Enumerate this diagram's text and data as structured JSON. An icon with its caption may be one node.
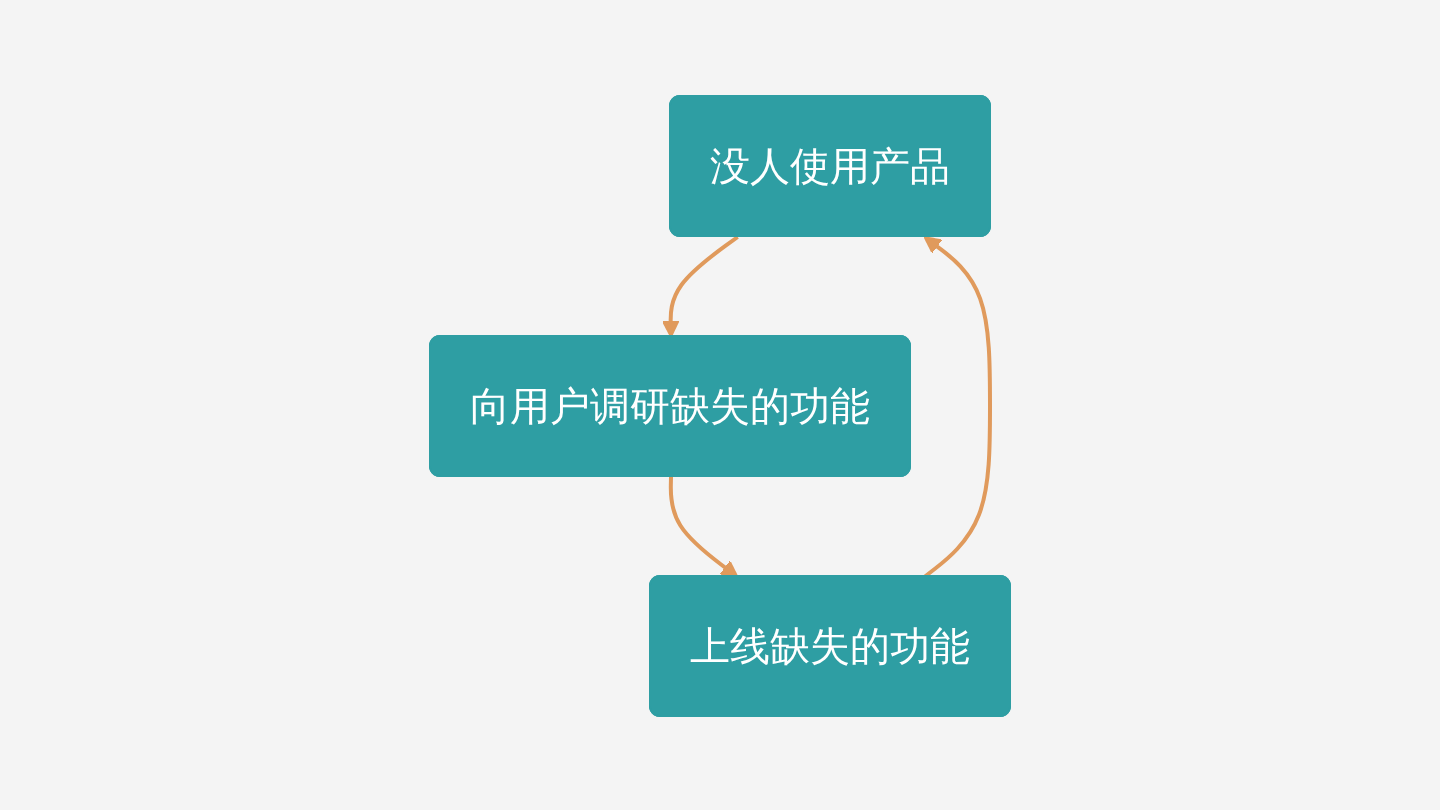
{
  "diagram": {
    "nodes": [
      {
        "text": [
          "没人使用产品"
        ]
      },
      {
        "text": [
          "上线缺失的功能"
        ]
      },
      {
        "text": [
          "向用户调研缺失的功能"
        ]
      }
    ],
    "edges": [
      {
        "from": 0,
        "to": 2,
        "arrow": "to"
      },
      {
        "from": 2,
        "to": 1,
        "arrow": "to"
      },
      {
        "from": 1,
        "to": 0,
        "arrow": "to"
      }
    ]
  }
}
